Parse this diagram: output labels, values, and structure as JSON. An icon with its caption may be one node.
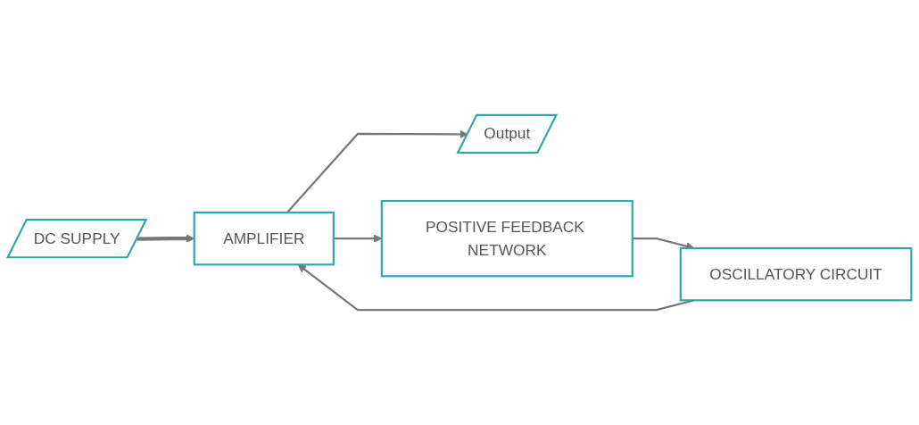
{
  "diagram": {
    "nodes": [
      {
        "text": [
          "DC SUPPLY"
        ]
      },
      {
        "text": [
          "OSCILLATORY CIRCUIT"
        ]
      },
      {
        "text": [
          "AMPLIFIER"
        ]
      },
      {
        "text": [
          "Output"
        ]
      },
      {
        "text": [
          "POSITIVE FEEDBACK NETWORK"
        ]
      }
    ],
    "edges": [
      {
        "from": 0,
        "to": 2,
        "arrow": "to",
        "style": "thick"
      },
      {
        "from": 1,
        "to": 2,
        "arrow": "to"
      },
      {
        "from": 2,
        "to": 3,
        "arrow": "to"
      },
      {
        "from": 2,
        "to": 4,
        "arrow": "to"
      },
      {
        "from": 4,
        "to": 1,
        "arrow": "to"
      }
    ]
  }
}
